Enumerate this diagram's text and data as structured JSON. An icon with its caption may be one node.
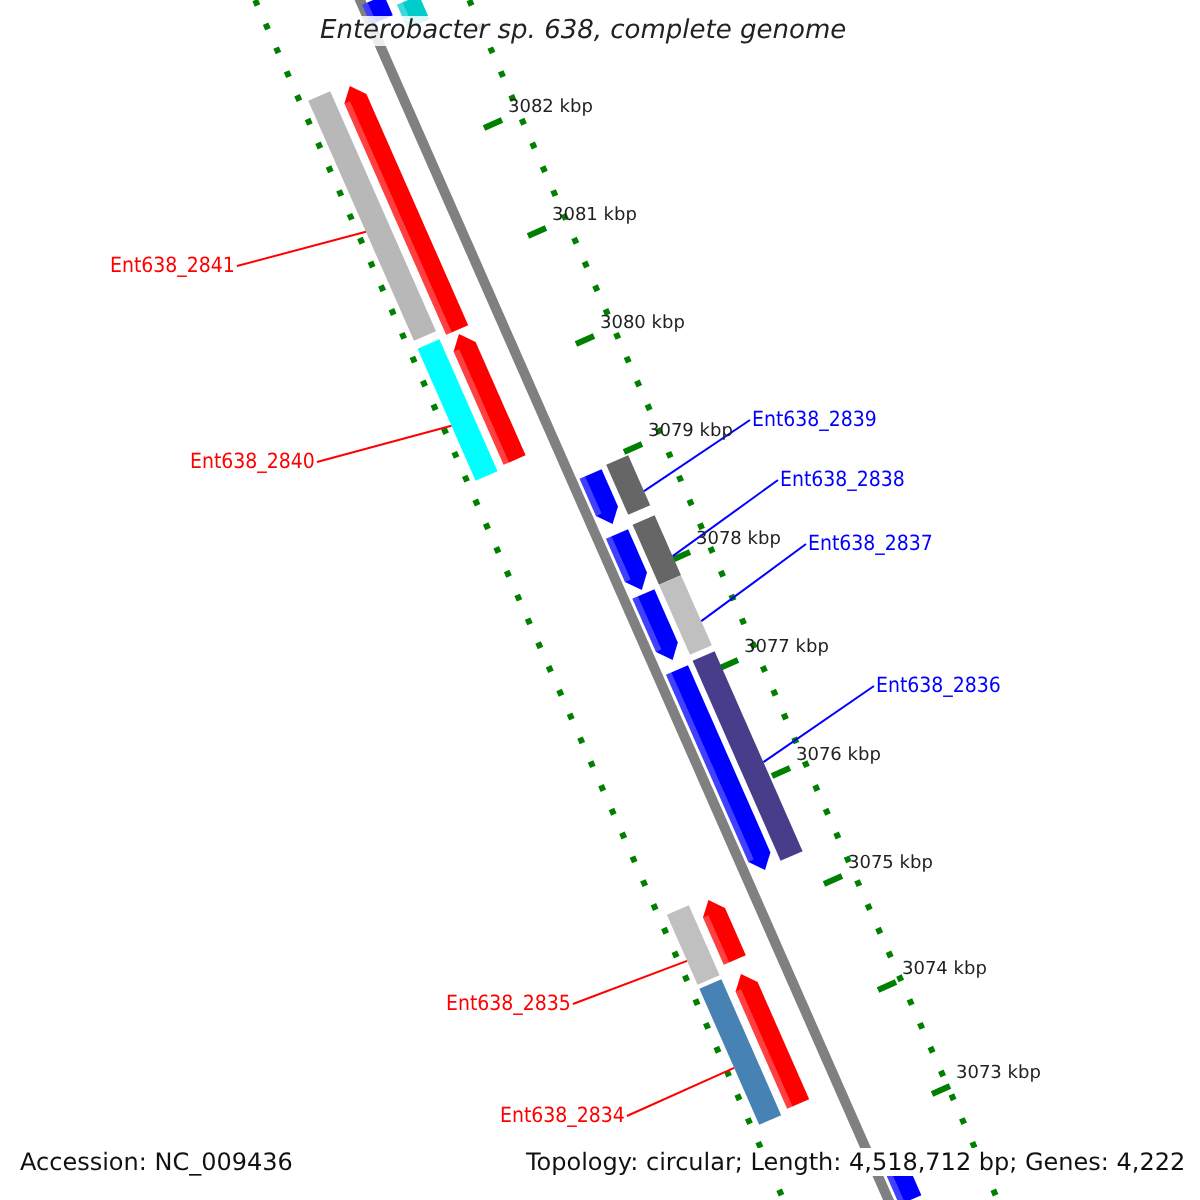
{
  "diagram": {
    "title": "Enterobacter sp. 638, complete genome",
    "nodes": [
      {
        "text": [
          "Ent638_2841"
        ]
      },
      {
        "text": [
          "Ent638_2840"
        ]
      },
      {
        "text": [
          "Ent638_2839"
        ]
      },
      {
        "text": [
          "Ent638_2838"
        ]
      },
      {
        "text": [
          "Ent638_2837"
        ]
      },
      {
        "text": [
          "Ent638_2836"
        ]
      },
      {
        "text": [
          "Ent638_2835"
        ]
      },
      {
        "text": [
          "Ent638_2834"
        ]
      },
      {
        "text": [],
        "shape": "bar"
      },
      {
        "text": [],
        "shape": "bar"
      },
      {
        "text": [],
        "shape": "bar"
      },
      {
        "text": [],
        "shape": "bar"
      },
      {
        "text": [],
        "shape": "bar"
      },
      {
        "text": [],
        "shape": "bar"
      },
      {
        "text": [],
        "shape": "bar"
      },
      {
        "text": [],
        "shape": "bar"
      }
    ],
    "edges": [
      {
        "from": 0,
        "to": 8,
        "arrow": "none"
      },
      {
        "from": 1,
        "to": 9,
        "arrow": "none"
      },
      {
        "from": 2,
        "to": 10,
        "arrow": "none",
        "color": "#0000ff"
      },
      {
        "from": 3,
        "to": 11,
        "arrow": "none",
        "color": "#0000ff"
      },
      {
        "from": 4,
        "to": 12,
        "arrow": "none",
        "color": "#0000ff"
      },
      {
        "from": 5,
        "to": 13,
        "arrow": "none",
        "color": "#0000ff"
      },
      {
        "from": 6,
        "to": 14,
        "arrow": "none"
      },
      {
        "from": 7,
        "to": 15,
        "arrow": "none"
      }
    ],
    "labels": [
      "3082 kbp",
      "3081 kbp",
      "3080 kbp",
      "3079 kbp",
      "3078 kbp",
      "3077 kbp",
      "3076 kbp",
      "3075 kbp",
      "3074 kbp",
      "3073 kbp",
      "Accession: NC_009436",
      "Topology: circular; Length: 4,518,712 bp; Genes: 4,222"
    ]
  }
}
